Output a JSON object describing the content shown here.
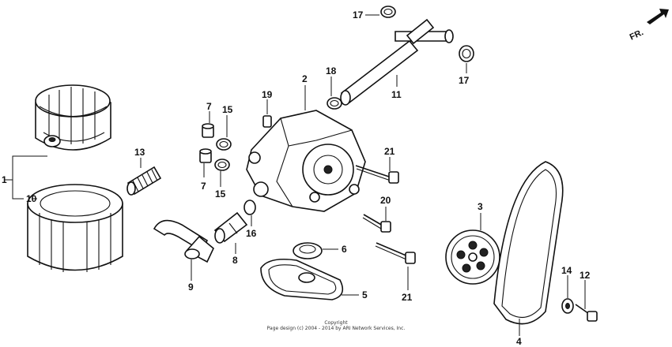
{
  "direction_label": "FR.",
  "callouts": {
    "c1": "1",
    "c2": "2",
    "c3": "3",
    "c4": "4",
    "c5": "5",
    "c6": "6",
    "c7a": "7",
    "c7b": "7",
    "c8": "8",
    "c9": "9",
    "c10": "10",
    "c11": "11",
    "c12": "12",
    "c13": "13",
    "c14": "14",
    "c15a": "15",
    "c15b": "15",
    "c16": "16",
    "c17a": "17",
    "c17b": "17",
    "c18": "18",
    "c19": "19",
    "c20": "20",
    "c21a": "21",
    "c21b": "21"
  },
  "copyright": {
    "line1": "Copyright",
    "line2": "Page design (c) 2004 - 2014 by ARI Network Services, Inc."
  }
}
